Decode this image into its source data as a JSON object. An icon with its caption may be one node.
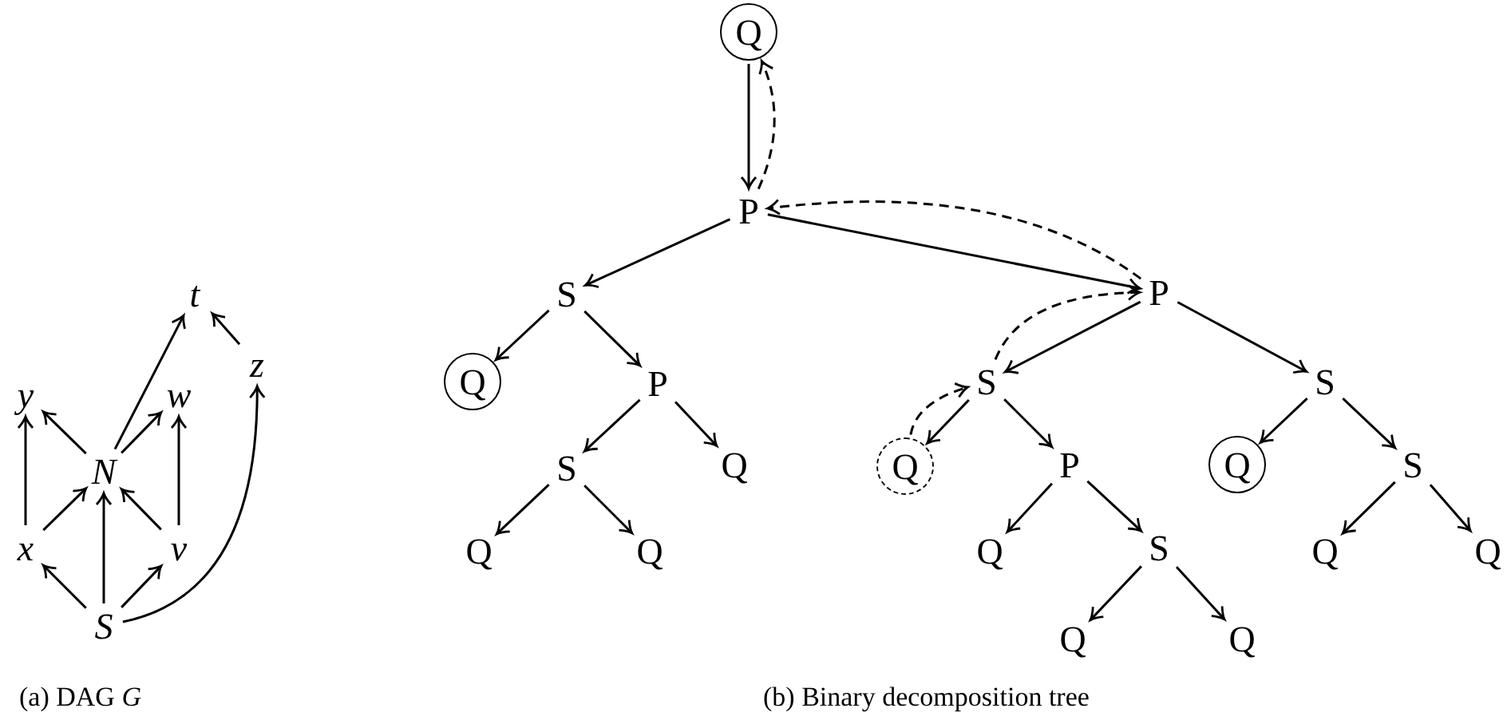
{
  "diagram": {
    "nodes": [
      {
        "text": [
          "t"
        ]
      },
      {
        "text": [
          "z"
        ]
      },
      {
        "text": [
          "y"
        ]
      },
      {
        "text": [
          "w"
        ]
      },
      {
        "text": [
          "N"
        ]
      },
      {
        "text": [
          "x"
        ]
      },
      {
        "text": [
          "v"
        ]
      },
      {
        "text": [
          "S"
        ]
      },
      {
        "text": [
          "Q"
        ]
      },
      {
        "text": [
          "P"
        ]
      },
      {
        "text": [
          "S"
        ]
      },
      {
        "text": [
          "P"
        ]
      },
      {
        "text": [
          "Q"
        ]
      },
      {
        "text": [
          "P"
        ]
      },
      {
        "text": [
          "S"
        ]
      },
      {
        "text": [
          "S"
        ]
      },
      {
        "text": [
          "S"
        ]
      },
      {
        "text": [
          "Q"
        ]
      },
      {
        "text": [
          "Q"
        ]
      },
      {
        "text": [
          "P"
        ]
      },
      {
        "text": [
          "Q"
        ]
      },
      {
        "text": [
          "S"
        ]
      },
      {
        "text": [
          "Q"
        ]
      },
      {
        "text": [
          "Q"
        ]
      },
      {
        "text": [
          "Q"
        ]
      },
      {
        "text": [
          "S"
        ]
      },
      {
        "text": [
          "Q"
        ]
      },
      {
        "text": [
          "Q"
        ]
      },
      {
        "text": [
          "Q"
        ]
      },
      {
        "text": [
          "Q"
        ]
      }
    ],
    "edges": [
      {
        "from": 5,
        "to": 2,
        "arrow": "to"
      },
      {
        "from": 4,
        "to": 2,
        "arrow": "to"
      },
      {
        "from": 4,
        "to": 0,
        "arrow": "to"
      },
      {
        "from": 4,
        "to": 3,
        "arrow": "to"
      },
      {
        "from": 6,
        "to": 3,
        "arrow": "to"
      },
      {
        "from": 5,
        "to": 4,
        "arrow": "to"
      },
      {
        "from": 7,
        "to": 4,
        "arrow": "to"
      },
      {
        "from": 6,
        "to": 4,
        "arrow": "to"
      },
      {
        "from": 7,
        "to": 5,
        "arrow": "to"
      },
      {
        "from": 7,
        "to": 6,
        "arrow": "to"
      },
      {
        "from": 7,
        "to": 1,
        "arrow": "to"
      },
      {
        "from": 1,
        "to": 0,
        "arrow": "to"
      },
      {
        "from": 8,
        "to": 9,
        "arrow": "to"
      },
      {
        "from": 9,
        "to": 10,
        "arrow": "to"
      },
      {
        "from": 9,
        "to": 11,
        "arrow": "to"
      },
      {
        "from": 10,
        "to": 12,
        "arrow": "to"
      },
      {
        "from": 10,
        "to": 13,
        "arrow": "to"
      },
      {
        "from": 13,
        "to": 16,
        "arrow": "to"
      },
      {
        "from": 13,
        "to": 17,
        "arrow": "to"
      },
      {
        "from": 16,
        "to": 22,
        "arrow": "to"
      },
      {
        "from": 16,
        "to": 23,
        "arrow": "to"
      },
      {
        "from": 11,
        "to": 14,
        "arrow": "to"
      },
      {
        "from": 11,
        "to": 15,
        "arrow": "to"
      },
      {
        "from": 14,
        "to": 18,
        "arrow": "to"
      },
      {
        "from": 14,
        "to": 19,
        "arrow": "to"
      },
      {
        "from": 19,
        "to": 24,
        "arrow": "to"
      },
      {
        "from": 19,
        "to": 25,
        "arrow": "to"
      },
      {
        "from": 25,
        "to": 28,
        "arrow": "to"
      },
      {
        "from": 25,
        "to": 29,
        "arrow": "to"
      },
      {
        "from": 15,
        "to": 20,
        "arrow": "to"
      },
      {
        "from": 15,
        "to": 21,
        "arrow": "to"
      },
      {
        "from": 21,
        "to": 26,
        "arrow": "to"
      },
      {
        "from": 21,
        "to": 27,
        "arrow": "to"
      },
      {
        "from": 9,
        "to": 8,
        "arrow": "to",
        "style": "dashed"
      },
      {
        "from": 11,
        "to": 9,
        "arrow": "to",
        "style": "dashed"
      },
      {
        "from": 14,
        "to": 11,
        "arrow": "to",
        "style": "dashed"
      },
      {
        "from": 18,
        "to": 14,
        "arrow": "to",
        "style": "dashed"
      }
    ],
    "labels": [
      "(a) DAG *G*",
      "(b) Binary decomposition tree"
    ]
  }
}
